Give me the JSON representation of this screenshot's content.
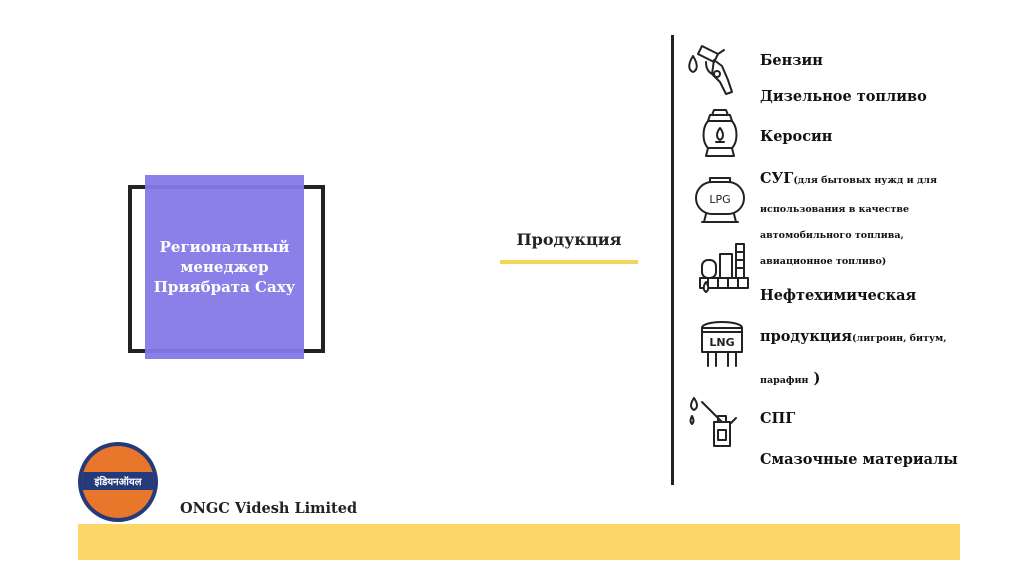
{
  "manager": {
    "line1": "Региональный",
    "line2": "менеджер",
    "line3": "Приябрата Саху"
  },
  "products": {
    "heading": "Продукция",
    "items": {
      "petrol": "Бензин",
      "diesel": "Дизельное топливо",
      "kerosene": "Керосин",
      "lpg_main": "СУГ",
      "lpg_note1": "(для бытовых нужд и для",
      "lpg_note2": "использования в качестве",
      "lpg_note3": "автомобильного топлива,",
      "lpg_note4": "авиационное топливо)",
      "petrochem1": "Нефтехимическая",
      "petrochem2_main": "продукция",
      "petrochem2_note": "(лигроин, битум,",
      "petrochem3_note": "парафин",
      "petrochem3_close": ")",
      "lng": "СПГ",
      "lubricants": "Смазочные материалы"
    },
    "icon_labels": {
      "lpg": "LPG",
      "lng": "LNG"
    }
  },
  "logo": {
    "text": "इंडियनऑयल"
  },
  "company": {
    "name": "ONGC Videsh Limited"
  },
  "colors": {
    "accent_purple": "#8479e6",
    "accent_yellow": "#fcd768",
    "dark": "#222222",
    "logo_blue": "#243a7a",
    "logo_orange": "#e8772b"
  }
}
